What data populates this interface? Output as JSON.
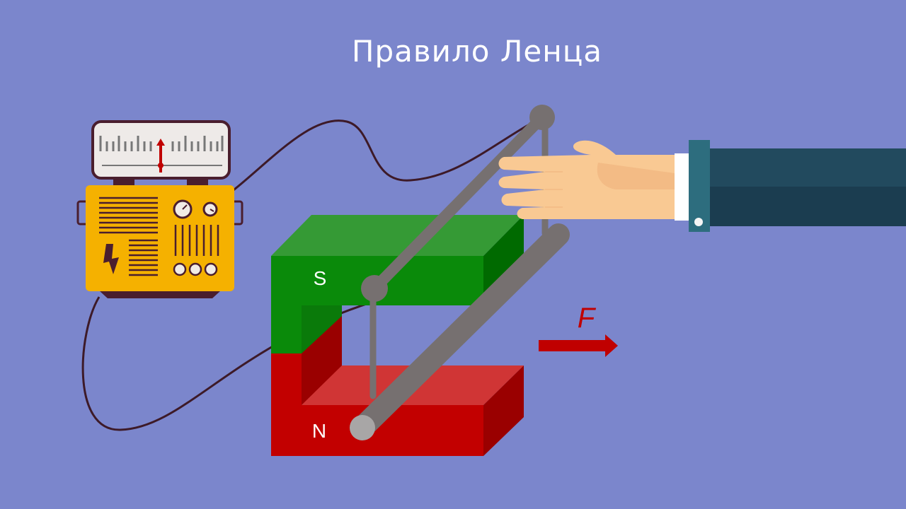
{
  "title": "Правило Ленца",
  "labels": {
    "north_pole": "N",
    "south_pole": "S",
    "force": "F"
  },
  "colors": {
    "background": "#7b86cc",
    "magnet_south_top": "#359a35",
    "magnet_south_front": "#0a8a0a",
    "magnet_north_top": "#d03535",
    "magnet_north_front": "#c20000",
    "rod": "#767070",
    "meter_body": "#f5b100",
    "force_arrow": "#c00000",
    "sleeve": "#224a5e"
  },
  "icons": [
    "galvanometer-icon",
    "lightning-icon",
    "hand-icon"
  ]
}
